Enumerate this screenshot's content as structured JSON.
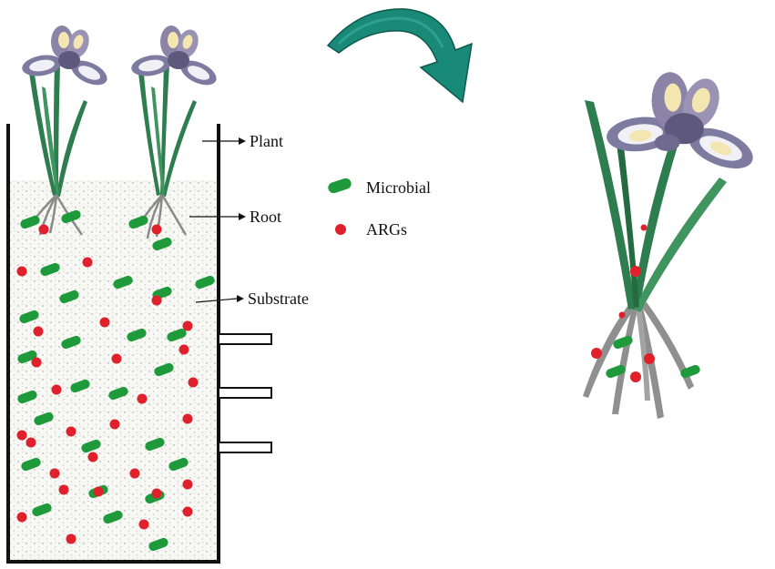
{
  "labels": {
    "plant": "Plant",
    "root": "Root",
    "substrate": "Substrate"
  },
  "legend": {
    "microbial": "Microbial",
    "args": "ARGs"
  },
  "colors": {
    "microbial": "#1f9a3a",
    "args": "#e0212b",
    "leaf": "#2e7d4e",
    "root": "#8a8a8a",
    "petal": "#8b84a6",
    "petal_highlight": "#f3e6b0",
    "arrow": "#1a8a78",
    "substrate": "#f4f4f1"
  },
  "icons": {
    "flower": "iris-flower-icon",
    "transfer_arrow": "curved-arrow-icon",
    "microbe": "rod-shaped-bacterium-icon",
    "gene": "red-dot-icon"
  }
}
